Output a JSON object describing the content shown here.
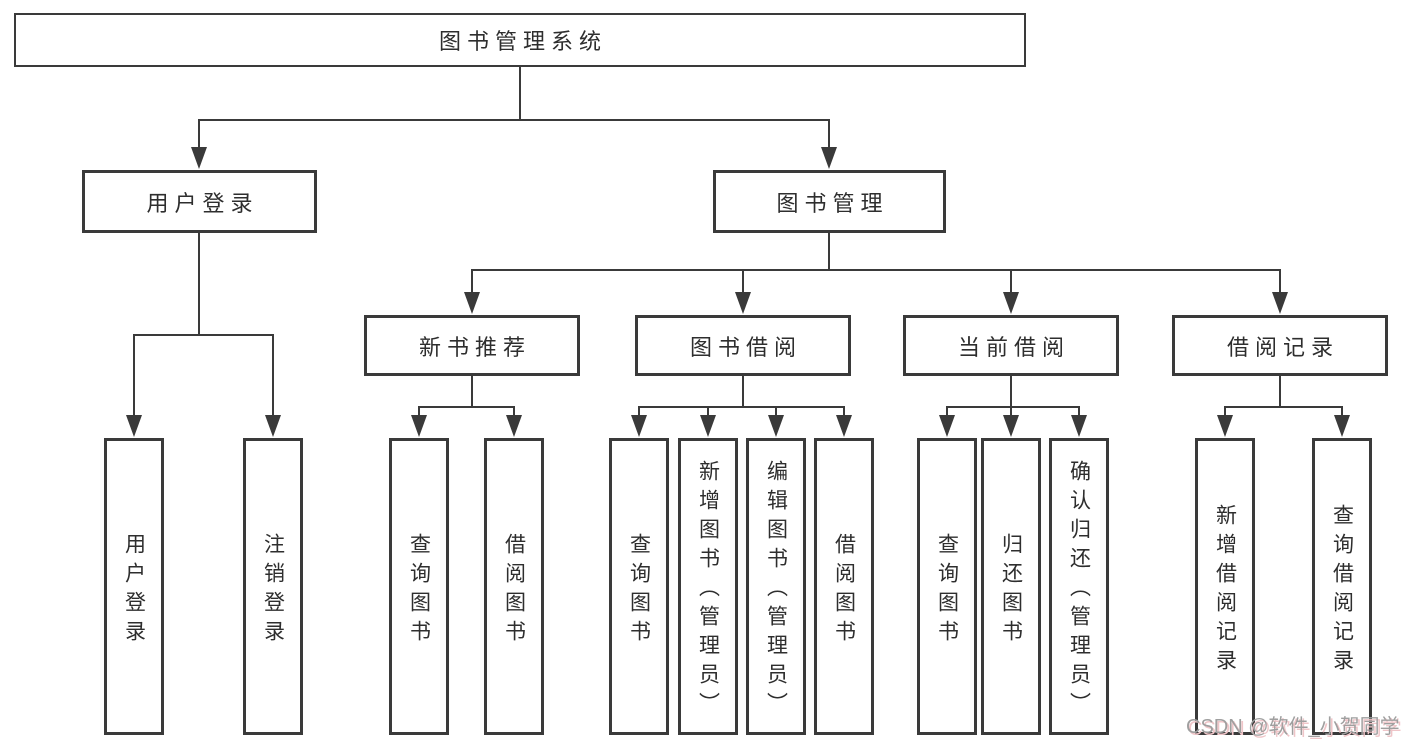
{
  "tree": {
    "label": "图书管理系统",
    "children": [
      {
        "label": "用户登录",
        "children": [
          {
            "label": "用户登录"
          },
          {
            "label": "注销登录"
          }
        ]
      },
      {
        "label": "图书管理",
        "children": [
          {
            "label": "新书推荐",
            "children": [
              {
                "label": "查询图书"
              },
              {
                "label": "借阅图书"
              }
            ]
          },
          {
            "label": "图书借阅",
            "children": [
              {
                "label": "查询图书"
              },
              {
                "label": "新增图书（管理员）"
              },
              {
                "label": "编辑图书（管理员）"
              },
              {
                "label": "借阅图书"
              }
            ]
          },
          {
            "label": "当前借阅",
            "children": [
              {
                "label": "查询图书"
              },
              {
                "label": "归还图书"
              },
              {
                "label": "确认归还（管理员）"
              }
            ]
          },
          {
            "label": "借阅记录",
            "children": [
              {
                "label": "新增借阅记录"
              },
              {
                "label": "查询借阅记录"
              }
            ]
          }
        ]
      }
    ]
  },
  "watermark": {
    "text": "CSDN @软件_小贺同学"
  },
  "colors": {
    "line": "#3a3a3a",
    "box_border": "#3a3a3a",
    "text": "#2e2e2e",
    "background": "#ffffff",
    "watermark_text": "#9f9f9f",
    "watermark_shadow": "#efc5c8"
  }
}
